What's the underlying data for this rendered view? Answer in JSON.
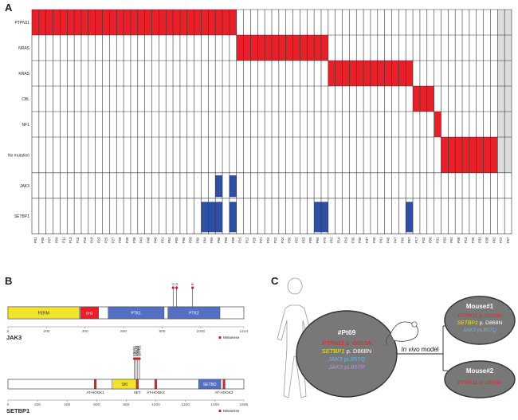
{
  "panels": {
    "a": "A",
    "b": "B",
    "c": "C"
  },
  "heatmap": {
    "rows": [
      "PTPN11",
      "NRAS",
      "KRAS",
      "CBL",
      "NF1",
      "No mutation",
      "JAK3",
      "SETBP1"
    ],
    "row_spans": [
      1,
      1,
      1,
      1,
      1,
      1.4,
      1,
      1.4
    ],
    "columns": [
      "P01",
      "P06",
      "P07",
      "P09",
      "P11",
      "P13",
      "P15",
      "P16",
      "P18",
      "P23",
      "P26",
      "P27",
      "P28",
      "P29",
      "P39",
      "P43",
      "P48",
      "P49",
      "P51",
      "P54",
      "P55",
      "P56",
      "P58",
      "P60",
      "P64",
      "P65",
      "P66",
      "P68",
      "P69",
      "P10",
      "P12",
      "P20",
      "P21",
      "P24",
      "P42",
      "P44",
      "P50",
      "P52",
      "P53",
      "P59",
      "P63",
      "P70",
      "P02",
      "P14",
      "P19",
      "P30",
      "P35",
      "P37",
      "P40",
      "P41",
      "P45",
      "P47",
      "P60",
      "P67",
      "P17",
      "P32",
      "P36",
      "P31",
      "P03",
      "P04",
      "P08",
      "P13",
      "P25",
      "P33",
      "P38",
      "P62",
      "P22",
      "P57"
    ],
    "colors": {
      "mutation": "#e8202a",
      "jak_setbp": "#2e4fa3",
      "na": "#dddddd",
      "grid": "#333333"
    },
    "cells": [
      {
        "row": 0,
        "from": 0,
        "to": 28,
        "kind": "mutation"
      },
      {
        "row": 1,
        "from": 29,
        "to": 41,
        "kind": "mutation"
      },
      {
        "row": 2,
        "from": 42,
        "to": 53,
        "kind": "mutation"
      },
      {
        "row": 3,
        "from": 54,
        "to": 56,
        "kind": "mutation"
      },
      {
        "row": 4,
        "from": 57,
        "to": 57,
        "kind": "mutation"
      },
      {
        "row": 5,
        "from": 58,
        "to": 65,
        "kind": "mutation"
      },
      {
        "row": 6,
        "from": 26,
        "to": 26,
        "kind": "jak_setbp"
      },
      {
        "row": 6,
        "from": 28,
        "to": 28,
        "kind": "jak_setbp"
      },
      {
        "row": 7,
        "from": 24,
        "to": 26,
        "kind": "jak_setbp"
      },
      {
        "row": 7,
        "from": 28,
        "to": 28,
        "kind": "jak_setbp"
      },
      {
        "row": 7,
        "from": 40,
        "to": 41,
        "kind": "jak_setbp"
      },
      {
        "row": 7,
        "from": 53,
        "to": 53,
        "kind": "jak_setbp"
      },
      {
        "row": 0,
        "from": 66,
        "to": 67,
        "kind": "na"
      },
      {
        "row": 1,
        "from": 66,
        "to": 67,
        "kind": "na"
      },
      {
        "row": 2,
        "from": 66,
        "to": 67,
        "kind": "na"
      },
      {
        "row": 3,
        "from": 66,
        "to": 67,
        "kind": "na"
      },
      {
        "row": 4,
        "from": 66,
        "to": 67,
        "kind": "na"
      },
      {
        "row": 5,
        "from": 66,
        "to": 67,
        "kind": "na"
      }
    ]
  },
  "jak3": {
    "name": "JAK3",
    "length": 1224,
    "ticks": [
      0,
      200,
      400,
      600,
      800,
      1000,
      1224
    ],
    "domains": [
      {
        "label": "FERM",
        "start": 0,
        "end": 370,
        "color": "#f3e22a"
      },
      {
        "label": "SH2",
        "start": 375,
        "end": 470,
        "color": "#e8202a"
      },
      {
        "label": "PTK1",
        "start": 520,
        "end": 810,
        "color": "#5470c4"
      },
      {
        "label": "PTK2",
        "start": 830,
        "end": 1100,
        "color": "#5470c4"
      }
    ],
    "mutations": [
      {
        "label": "L857P",
        "pos": 857
      },
      {
        "label": "L857Q",
        "pos": 875
      },
      {
        "label": "E958K",
        "pos": 958
      }
    ],
    "legend": "Missense"
  },
  "setbp1": {
    "name": "SETBP1",
    "length": 1596,
    "ticks": [
      0,
      200,
      400,
      600,
      800,
      1000,
      1200,
      1400,
      1596
    ],
    "domains": [
      {
        "label": "AT-HOOK1",
        "start": 584,
        "end": 596,
        "color": "#e8202a"
      },
      {
        "label": "SKI",
        "start": 705,
        "end": 875,
        "color": "#f3e22a"
      },
      {
        "label": "SET",
        "start": 868,
        "end": 882,
        "color": "#e8202a"
      },
      {
        "label": "AT-HOOK2",
        "start": 993,
        "end": 1005,
        "color": "#e8202a"
      },
      {
        "label": "SETBD",
        "start": 1290,
        "end": 1440,
        "color": "#5470c4"
      },
      {
        "label": "AT-HOOK3",
        "start": 1455,
        "end": 1467,
        "color": "#e8202a"
      }
    ],
    "mutations": [
      {
        "label": "P865S",
        "pos": 855
      },
      {
        "label": "D867N",
        "pos": 867
      },
      {
        "label": "D868N",
        "pos": 878
      },
      {
        "label": "G870S",
        "pos": 890
      }
    ],
    "legend": "Missense"
  },
  "patient": {
    "id": "#Pt69",
    "lines": [
      {
        "gene": "PTPN11",
        "change": "p. G503A",
        "gene_color": "#e8202a",
        "change_color": "#e8202a"
      },
      {
        "gene": "SETBP1",
        "change": "p. D868N",
        "gene_color": "#f3e22a",
        "change_color": "#ffffff"
      },
      {
        "gene": "JAK3",
        "change": "pL857Q",
        "gene_color": "#6fb3e8",
        "change_color": "#6fb3e8"
      },
      {
        "gene": "JAK3",
        "change": "pL857P",
        "gene_color": "#a99ad8",
        "change_color": "#a99ad8"
      }
    ]
  },
  "arrow_label": {
    "italic": "In vivo",
    "rest": " model"
  },
  "mouse1": {
    "title": "Mouse#1",
    "lines": [
      {
        "gene": "PTPN11",
        "change": "p. G503A",
        "gene_color": "#e8202a",
        "change_color": "#e8202a"
      },
      {
        "gene": "SETBP1",
        "change": "p. D868N",
        "gene_color": "#f3e22a",
        "change_color": "#ffffff"
      },
      {
        "gene": "JAK3",
        "change": "pL857Q",
        "gene_color": "#6fb3e8",
        "change_color": "#6fb3e8"
      }
    ]
  },
  "mouse2": {
    "title": "Mouse#2",
    "lines": [
      {
        "gene": "PTPN11",
        "change": "p. G503A",
        "gene_color": "#e8202a",
        "change_color": "#e8202a"
      }
    ]
  }
}
